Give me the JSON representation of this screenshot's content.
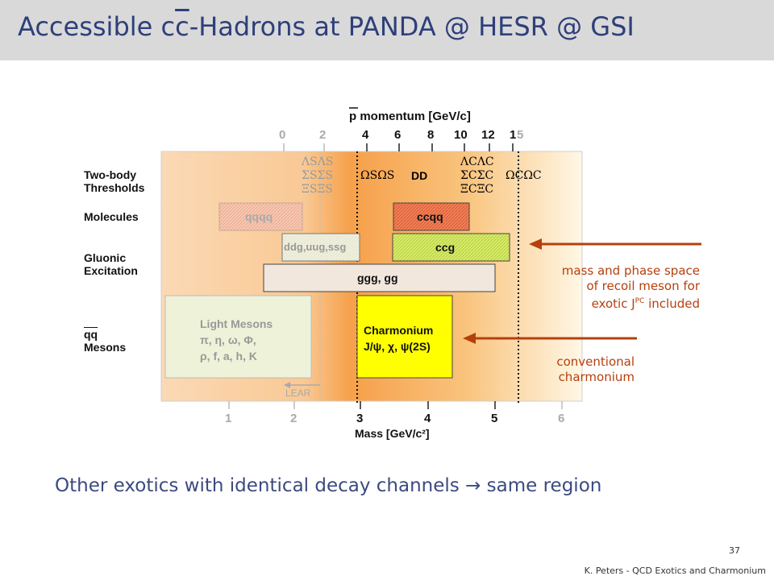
{
  "title": {
    "part1": "Accessible c",
    "part2": "c",
    "part3": "-Hadrons at PANDA @ HESR @ GSI"
  },
  "diagram": {
    "top_axis_label": "p momentum [GeV/c]",
    "top_ticks": [
      "0",
      "2",
      "4",
      "6",
      "8",
      "10",
      "12",
      "1",
      "5"
    ],
    "bottom_axis_label": "Mass [GeV/c²]",
    "bottom_ticks": [
      "1",
      "2",
      "3",
      "4",
      "5",
      "6"
    ],
    "rows": [
      "Two-body Thresholds",
      "Molecules",
      "Gluonic Excitation",
      "qq Mesons"
    ],
    "row_lines": {
      "two_body_1": "Two-body",
      "two_body_2": "Thresholds",
      "molecules": "Molecules",
      "gluonic_1": "Gluonic",
      "gluonic_2": "Excitation",
      "qq_1": "qq",
      "qq_2": "Mesons"
    },
    "thresholds": {
      "strange": [
        "ΛSΛS",
        "ΣSΣS",
        "ΞSΞS"
      ],
      "omega_s": "ΩSΩS",
      "dd": "DD",
      "charm": [
        "ΛCΛC",
        "ΣCΣC",
        "ΞCΞC"
      ],
      "omega_c": "ΩCΩC"
    },
    "boxes": {
      "qqqq": "qqqq",
      "ccqq": "ccqq",
      "light_glue": "ddg,uug,ssg",
      "ccg": "ccg",
      "ggg": "ggg, gg",
      "light_mesons_title": "Light Mesons",
      "light_mesons_line1": "π, η, ω, Φ,",
      "light_mesons_line2": "ρ, f, a, h, K",
      "charmonium_title": "Charmonium",
      "charmonium_line": "J/ψ, χ, ψ(2S)"
    },
    "lear": "LEAR"
  },
  "annotations": {
    "exotic_lines": [
      "mass and phase space",
      "of recoil meson for",
      "exotic J",
      "PC",
      " included"
    ],
    "conventional_lines": [
      "conventional",
      "charmonium"
    ]
  },
  "bottom_text": "Other exotics with identical decay channels → same region",
  "footer": {
    "page_number": "37",
    "credit": "K. Peters - QCD Exotics and Charmonium"
  },
  "colors": {
    "title": "#2e3f7a",
    "arrow": "#b5400c",
    "accent_orange": "#f6a04a",
    "charmonium_fill": "#ffff00"
  }
}
